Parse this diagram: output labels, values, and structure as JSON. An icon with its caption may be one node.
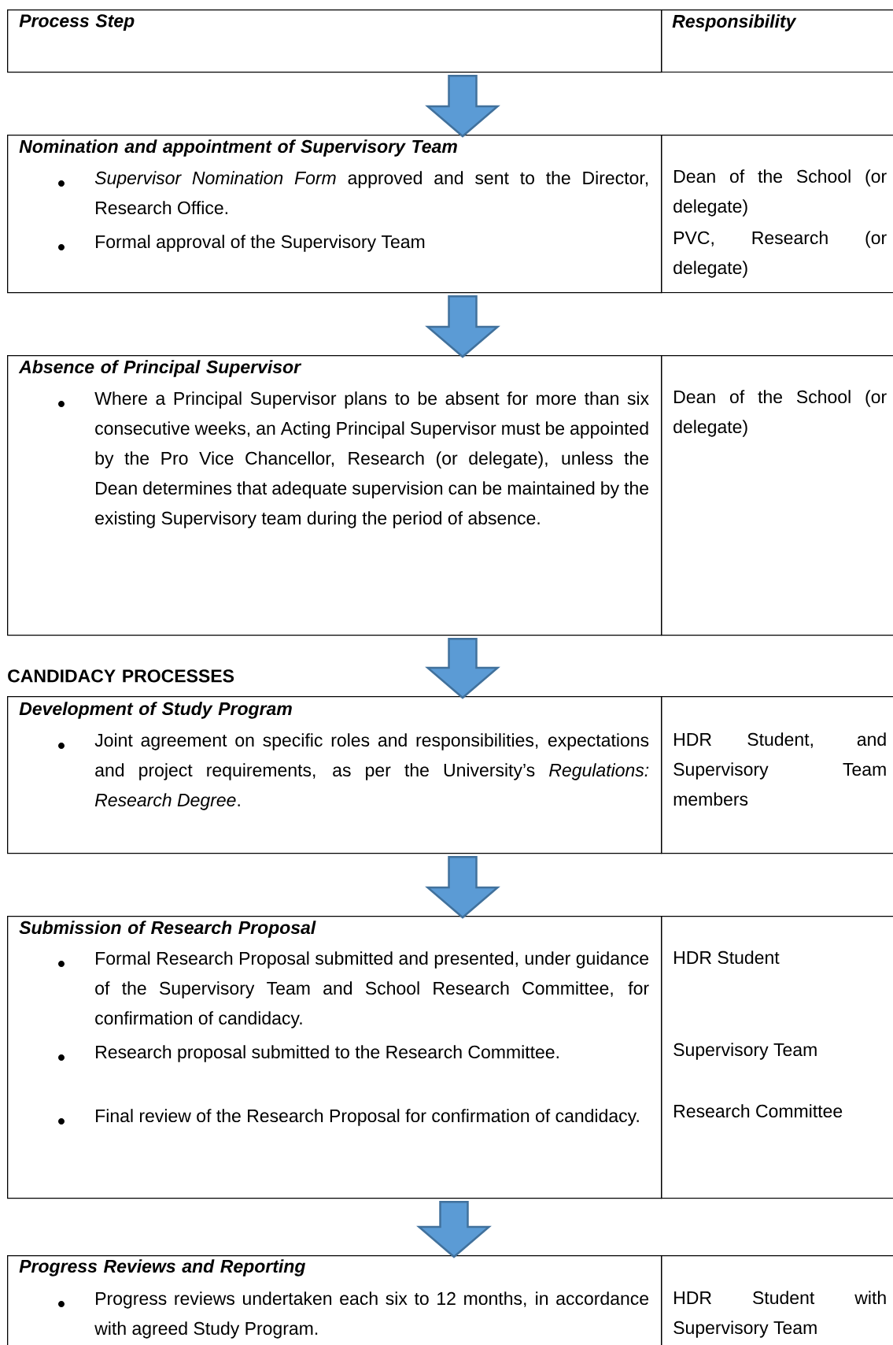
{
  "diagram": {
    "nodes": [
      {
        "text": [
          "Process Step"
        ]
      },
      {
        "text": [
          "Responsibility"
        ]
      },
      {
        "text": [
          "Nomination and appointment of Supervisory Team",
          "*Supervisor Nomination Form* approved and sent to the Director, Research Office.",
          "Formal approval of the Supervisory Team"
        ]
      },
      {
        "text": [
          "Dean of the School (or delegate)",
          "PVC, Research (or delegate)"
        ]
      },
      {
        "text": [
          "Absence of Principal Supervisor",
          "Where a Principal Supervisor plans to be absent for more than six consecutive weeks, an Acting Principal Supervisor must be appointed by the Pro Vice Chancellor, Research (or delegate), unless the Dean determines that adequate supervision can be maintained by the existing Supervisory team during the period of absence."
        ]
      },
      {
        "text": [
          "Dean of the School (or delegate)"
        ]
      },
      {
        "text": [
          "Development of Study Program",
          "Joint agreement on specific roles and responsibilities, expectations and project requirements, as per the University’s *Regulations: Research Degree*."
        ]
      },
      {
        "text": [
          "HDR Student, and Supervisory Team members"
        ]
      },
      {
        "text": [
          "Submission of Research Proposal",
          "Formal Research Proposal submitted and presented, under guidance of the Supervisory Team and School Research Committee, for confirmation of candidacy.",
          "Research proposal submitted to the Research Committee.",
          "Final review of the Research Proposal for confirmation of candidacy."
        ]
      },
      {
        "text": [
          "HDR Student",
          "Supervisory Team",
          "Research Committee"
        ]
      },
      {
        "text": [
          "Progress Reviews and Reporting",
          "Progress reviews undertaken each six to 12 months, in accordance with agreed Study Program."
        ]
      },
      {
        "text": [
          "HDR Student with Supervisory Team"
        ]
      }
    ],
    "edges": [
      {
        "from": 0,
        "to": 2,
        "arrow": "to"
      },
      {
        "from": 2,
        "to": 4,
        "arrow": "to"
      },
      {
        "from": 4,
        "to": 6,
        "arrow": "to"
      },
      {
        "from": 6,
        "to": 8,
        "arrow": "to"
      },
      {
        "from": 8,
        "to": 10,
        "arrow": "to"
      }
    ],
    "labels": [
      "CANDIDACY PROCESSES"
    ]
  }
}
